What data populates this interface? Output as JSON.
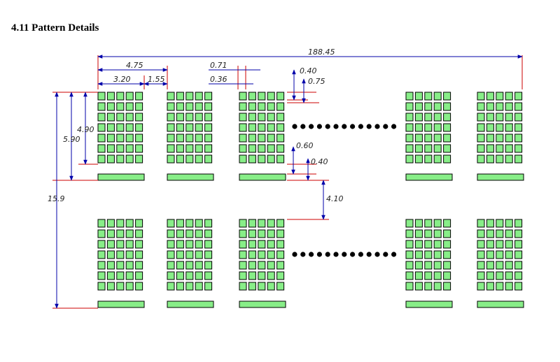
{
  "title": "4.11 Pattern Details",
  "colors": {
    "pad_fill": "#88ee88",
    "pad_stroke": "#000000",
    "dim_line": "#0000aa",
    "ext_line": "#cc0000",
    "dots": "#000000"
  },
  "dimensions": {
    "overall_width": "188.45",
    "block_pitch": "4.75",
    "block_width": "3.20",
    "block_gap": "1.55",
    "pad_pitch": "0.71",
    "pad_gap": "0.36",
    "pad_height": "0.40",
    "pad_pitch_v": "0.75",
    "bar_gap": "0.60",
    "bar_height": "0.40",
    "row_gap": "4.10",
    "pad_array_height": "4.90",
    "block_height": "5.90",
    "overall_height": "15.9"
  }
}
